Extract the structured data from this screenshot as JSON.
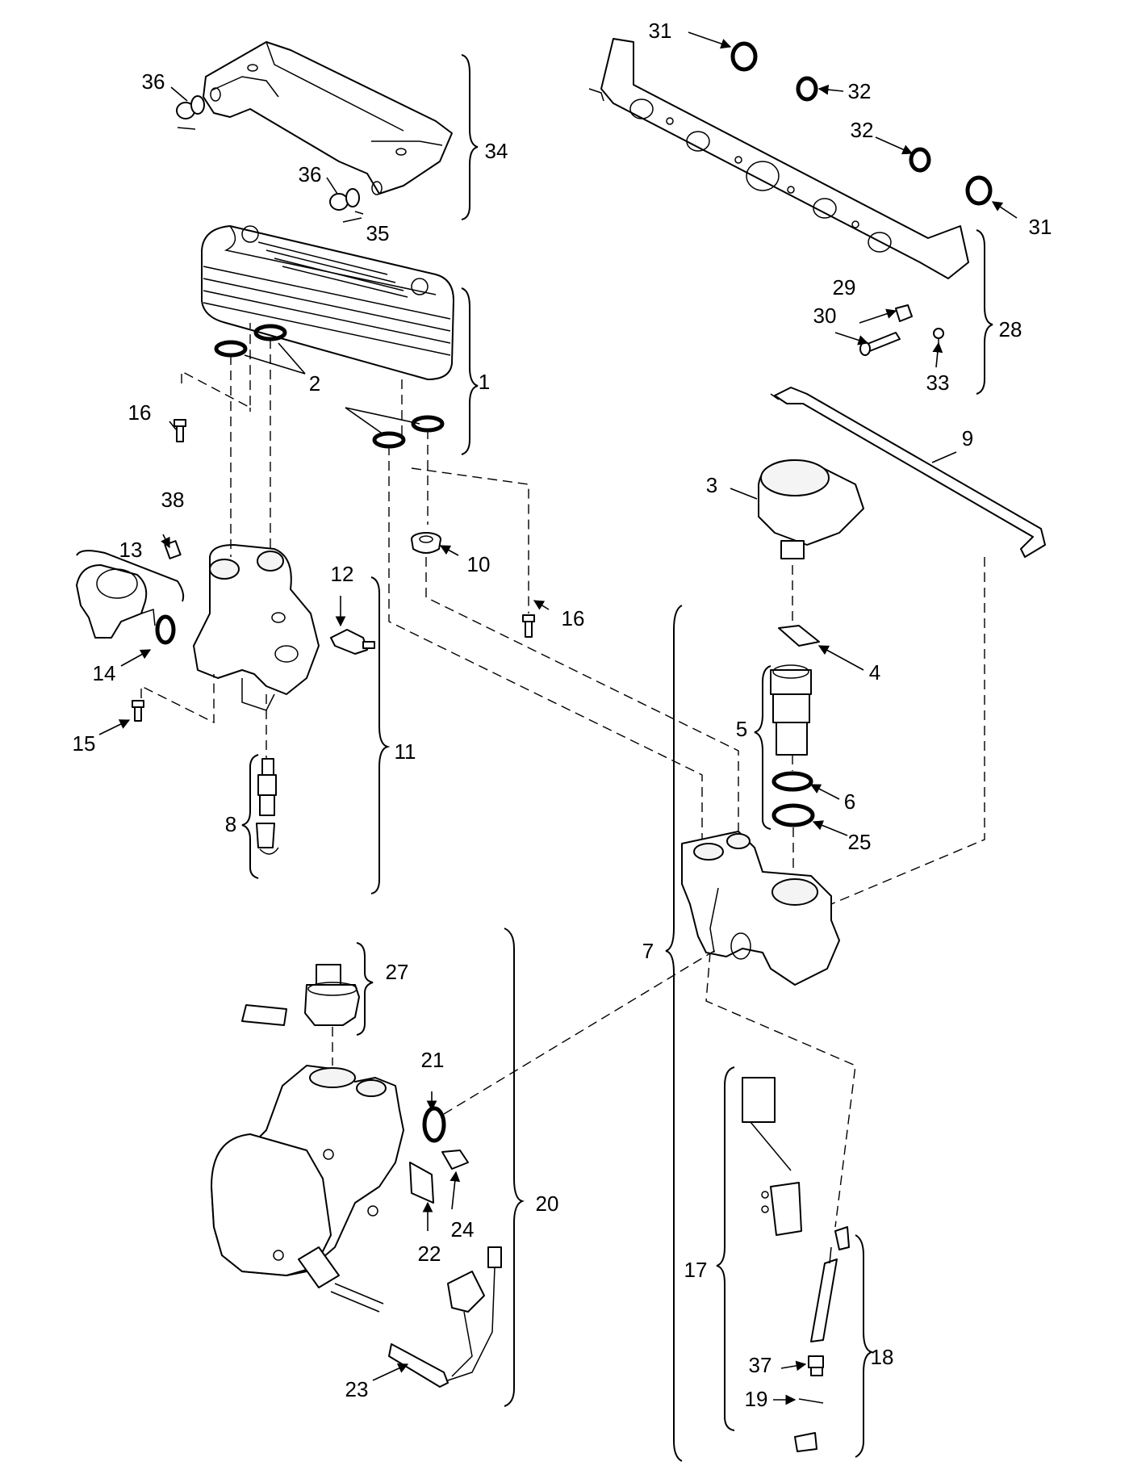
{
  "labels": {
    "l1": "1",
    "l2": "2",
    "l3": "3",
    "l4": "4",
    "l5": "5",
    "l6": "6",
    "l7": "7",
    "l8": "8",
    "l9": "9",
    "l10": "10",
    "l11": "11",
    "l12": "12",
    "l13": "13",
    "l14": "14",
    "l15": "15",
    "l16a": "16",
    "l16b": "16",
    "l17": "17",
    "l18": "18",
    "l19": "19",
    "l20": "20",
    "l21": "21",
    "l22": "22",
    "l23": "23",
    "l24": "24",
    "l25": "25",
    "l27": "27",
    "l28": "28",
    "l29": "29",
    "l30": "30",
    "l31a": "31",
    "l31b": "31",
    "l32a": "32",
    "l32b": "32",
    "l33": "33",
    "l34": "34",
    "l35": "35",
    "l36a": "36",
    "l36b": "36",
    "l37": "37",
    "l38": "38"
  }
}
